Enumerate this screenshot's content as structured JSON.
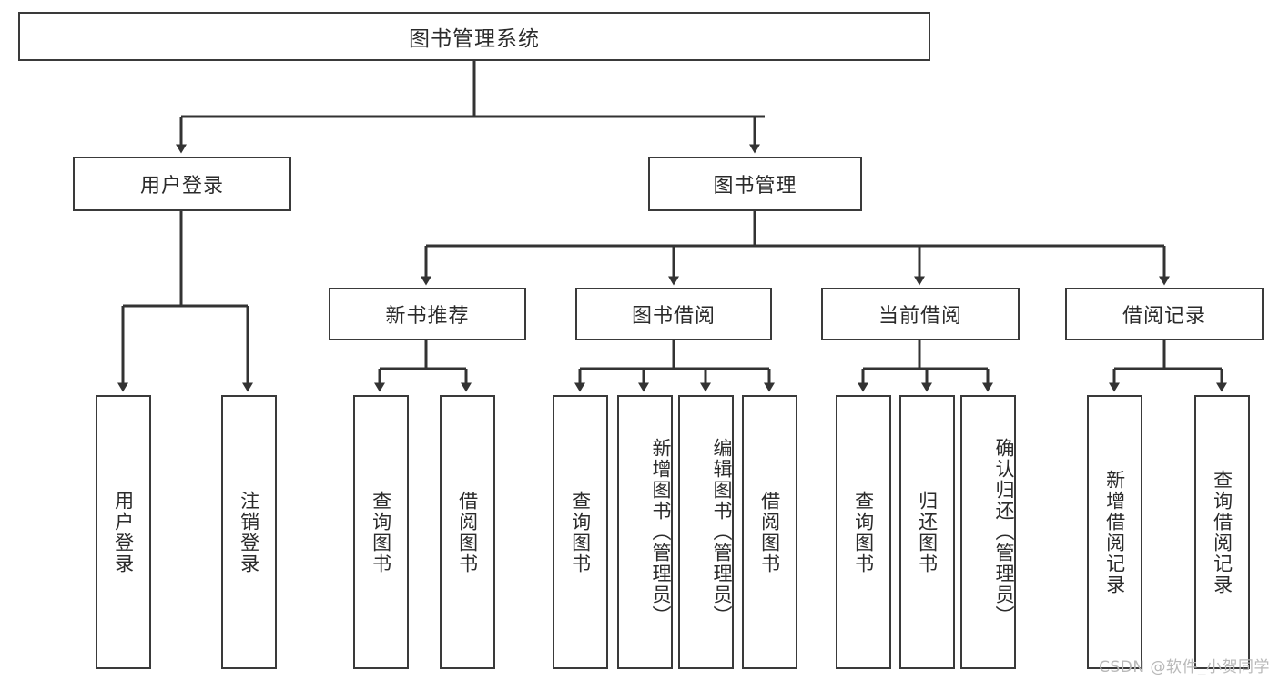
{
  "diagram": {
    "type": "tree-hierarchy",
    "title": "图书管理系统",
    "watermark": "CSDN @软件_小贺同学",
    "root": {
      "id": "root",
      "label": "图书管理系统",
      "orientation": "horizontal"
    },
    "level1": [
      {
        "id": "user-login",
        "label": "用户登录",
        "orientation": "horizontal"
      },
      {
        "id": "book-manage",
        "label": "图书管理",
        "orientation": "horizontal"
      }
    ],
    "level2": [
      {
        "id": "new-book-rec",
        "label": "新书推荐",
        "orientation": "horizontal",
        "parent": "book-manage"
      },
      {
        "id": "book-borrow",
        "label": "图书借阅",
        "orientation": "horizontal",
        "parent": "book-manage"
      },
      {
        "id": "current-borrow",
        "label": "当前借阅",
        "orientation": "horizontal",
        "parent": "book-manage"
      },
      {
        "id": "borrow-record",
        "label": "借阅记录",
        "orientation": "horizontal",
        "parent": "book-manage"
      }
    ],
    "leaves": [
      {
        "id": "leaf-user-login",
        "label": "用户登录",
        "parent": "user-login",
        "orientation": "vertical"
      },
      {
        "id": "leaf-user-logout",
        "label": "注销登录",
        "parent": "user-login",
        "orientation": "vertical"
      },
      {
        "id": "leaf-query-book-1",
        "label": "查询图书",
        "parent": "new-book-rec",
        "orientation": "vertical"
      },
      {
        "id": "leaf-borrow-book-1",
        "label": "借阅图书",
        "parent": "new-book-rec",
        "orientation": "vertical"
      },
      {
        "id": "leaf-query-book-2",
        "label": "查询图书",
        "parent": "book-borrow",
        "orientation": "vertical"
      },
      {
        "id": "leaf-add-book",
        "label": "新增图书（管理员）",
        "parent": "book-borrow",
        "orientation": "vertical"
      },
      {
        "id": "leaf-edit-book",
        "label": "编辑图书（管理员）",
        "parent": "book-borrow",
        "orientation": "vertical"
      },
      {
        "id": "leaf-borrow-book-2",
        "label": "借阅图书",
        "parent": "book-borrow",
        "orientation": "vertical"
      },
      {
        "id": "leaf-query-book-3",
        "label": "查询图书",
        "parent": "current-borrow",
        "orientation": "vertical"
      },
      {
        "id": "leaf-return-book",
        "label": "归还图书",
        "parent": "current-borrow",
        "orientation": "vertical"
      },
      {
        "id": "leaf-confirm-return",
        "label": "确认归还（管理员）",
        "parent": "current-borrow",
        "orientation": "vertical"
      },
      {
        "id": "leaf-add-record",
        "label": "新增借阅记录",
        "parent": "borrow-record",
        "orientation": "vertical"
      },
      {
        "id": "leaf-query-record",
        "label": "查询借阅记录",
        "parent": "borrow-record",
        "orientation": "vertical"
      }
    ],
    "colors": {
      "border": "#3a3a3a",
      "connector": "#333333",
      "background": "#ffffff",
      "text": "#2b2b2b",
      "watermark": "#b9b9b9"
    }
  }
}
